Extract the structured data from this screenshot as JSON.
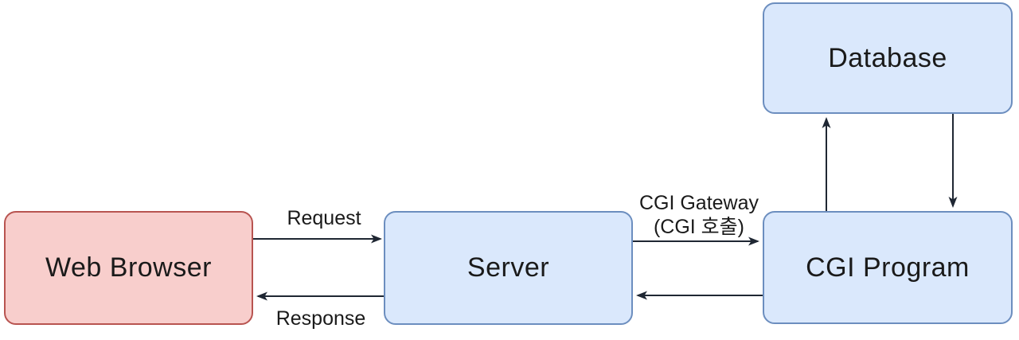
{
  "diagram": {
    "nodes": [
      {
        "id": "web-browser",
        "label": "Web Browser",
        "fill": "#f8cecc",
        "stroke": "#b85450"
      },
      {
        "id": "server",
        "label": "Server",
        "fill": "#dae8fc",
        "stroke": "#6c8ebf"
      },
      {
        "id": "cgi-program",
        "label": "CGI Program",
        "fill": "#dae8fc",
        "stroke": "#6c8ebf"
      },
      {
        "id": "database",
        "label": "Database",
        "fill": "#dae8fc",
        "stroke": "#6c8ebf"
      }
    ],
    "edges": [
      {
        "from": "web-browser",
        "to": "server",
        "label": "Request"
      },
      {
        "from": "server",
        "to": "web-browser",
        "label": "Response"
      },
      {
        "from": "server",
        "to": "cgi-program",
        "label": "CGI Gateway\n(CGI 호출)"
      },
      {
        "from": "cgi-program",
        "to": "server",
        "label": ""
      },
      {
        "from": "cgi-program",
        "to": "database",
        "label": ""
      },
      {
        "from": "database",
        "to": "cgi-program",
        "label": ""
      }
    ],
    "colors": {
      "node_red_fill": "#f8cecc",
      "node_red_stroke": "#b85450",
      "node_blue_fill": "#dae8fc",
      "node_blue_stroke": "#6c8ebf",
      "connector": "#1f2733",
      "text": "#1a1a1a",
      "background": "#ffffff"
    }
  }
}
